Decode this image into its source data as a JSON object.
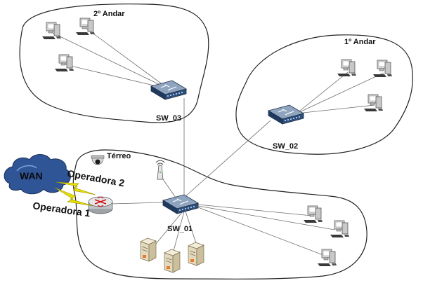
{
  "zones": {
    "floor2": "2º Andar",
    "floor1": "1º Andar",
    "ground": "Térreo"
  },
  "devices": {
    "sw03": "SW_03",
    "sw02": "SW_02",
    "sw01": "SW_01",
    "wan": "WAN"
  },
  "links": {
    "op2": "Operadora 2",
    "op1": "Operadora 1"
  },
  "colors": {
    "switch_body": "#2f4f7a",
    "switch_top": "#8fa4bf",
    "cloud": "#2f5597",
    "lightning": "#e8e000",
    "router": "#c0c4c8",
    "server": "#e2d9bf",
    "pc": "#d9d9d9"
  },
  "icons": {
    "pc": "desktop-computer-icon",
    "switch": "network-switch-icon",
    "cloud": "wan-cloud-icon",
    "router": "router-icon",
    "server": "server-icon",
    "camera": "ip-camera-icon",
    "ap": "wireless-access-point-icon"
  }
}
